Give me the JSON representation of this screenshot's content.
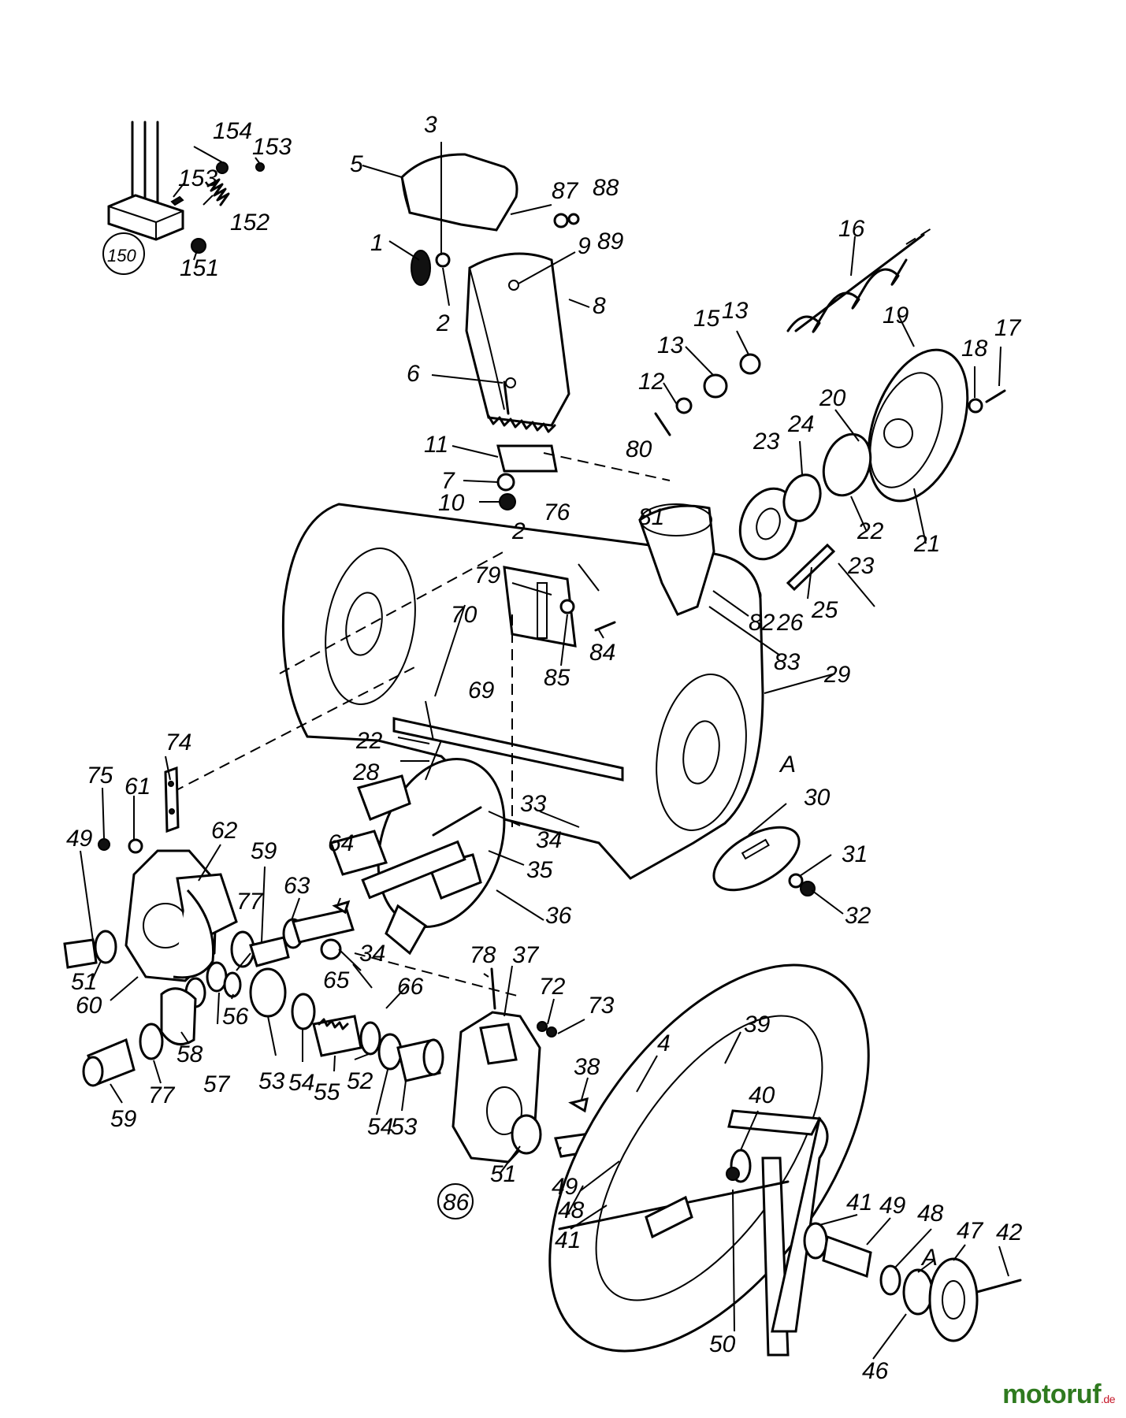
{
  "labels": {
    "l1": "1",
    "l2a": "2",
    "l2b": "2",
    "l3": "3",
    "l4": "4",
    "l5": "5",
    "l6": "6",
    "l7": "7",
    "l8": "8",
    "l9": "9",
    "l10": "10",
    "l11": "11",
    "l12": "12",
    "l13a": "13",
    "l13b": "13",
    "l15": "15",
    "l16": "16",
    "l17": "17",
    "l18": "18",
    "l19": "19",
    "l20": "20",
    "l21": "21",
    "l22a": "22",
    "l22b": "22",
    "l23a": "23",
    "l23b": "23",
    "l24": "24",
    "l25": "25",
    "l26": "26",
    "l28": "28",
    "l29": "29",
    "l30": "30",
    "l31": "31",
    "l32": "32",
    "l33": "33",
    "l34a": "34",
    "l34b": "34",
    "l35": "35",
    "l36": "36",
    "l37": "37",
    "l38": "38",
    "l39": "39",
    "l40": "40",
    "l41a": "41",
    "l41b": "41",
    "l42": "42",
    "l46": "46",
    "l47": "47",
    "l48a": "48",
    "l48b": "48",
    "l49a": "49",
    "l49b": "49",
    "l49c": "49",
    "l50": "50",
    "l51a": "51",
    "l51b": "51",
    "l52": "52",
    "l53a": "53",
    "l53b": "53",
    "l54a": "54",
    "l54b": "54",
    "l55": "55",
    "l56": "56",
    "l57": "57",
    "l58": "58",
    "l59a": "59",
    "l59b": "59",
    "l60": "60",
    "l61": "61",
    "l62": "62",
    "l63": "63",
    "l64": "64",
    "l65": "65",
    "l66": "66",
    "l69": "69",
    "l70": "70",
    "l72": "72",
    "l73": "73",
    "l74": "74",
    "l75": "75",
    "l76": "76",
    "l77a": "77",
    "l77b": "77",
    "l78": "78",
    "l79": "79",
    "l80": "80",
    "l81": "81",
    "l82": "82",
    "l83": "83",
    "l84": "84",
    "l85": "85",
    "l86": "86",
    "l87": "87",
    "l88": "88",
    "l89": "89",
    "l150": "150",
    "l151": "151",
    "l152": "152",
    "l153a": "153",
    "l153b": "153",
    "l154": "154",
    "lA1": "A",
    "lA2": "A"
  },
  "watermark": {
    "brand": "motoruf",
    "suffix": ".de",
    "color": "#2f7a1f"
  }
}
